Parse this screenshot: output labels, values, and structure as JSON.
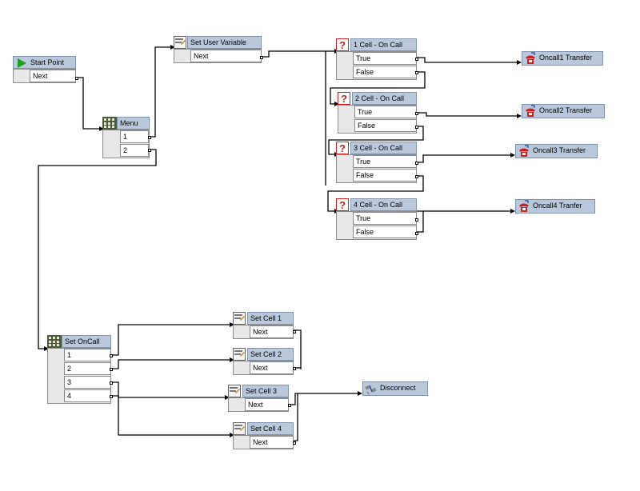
{
  "nodes": {
    "start": {
      "title": "Start Point",
      "rows": [
        "Next"
      ]
    },
    "setuser": {
      "title": "Set User Variable",
      "rows": [
        "Next"
      ]
    },
    "menu": {
      "title": "Menu",
      "rows": [
        "1",
        "2"
      ]
    },
    "cell1": {
      "title": "1 Cell  - On Call",
      "rows": [
        "True",
        "False"
      ]
    },
    "cell2": {
      "title": "2 Cell - On Call",
      "rows": [
        "True",
        "False"
      ]
    },
    "cell3": {
      "title": "3 Cell - On Call",
      "rows": [
        "True",
        "False"
      ]
    },
    "cell4": {
      "title": "4 Cell - On Call",
      "rows": [
        "True",
        "False"
      ]
    },
    "setoncall": {
      "title": "Set OnCall",
      "rows": [
        "1",
        "2",
        "3",
        "4"
      ]
    },
    "setcell1": {
      "title": "Set Cell 1",
      "rows": [
        "Next"
      ]
    },
    "setcell2": {
      "title": "Set Cell 2",
      "rows": [
        "Next"
      ]
    },
    "setcell3": {
      "title": "Set Cell 3",
      "rows": [
        "Next"
      ]
    },
    "setcell4": {
      "title": "Set Cell 4",
      "rows": [
        "Next"
      ]
    }
  },
  "terminals": {
    "oncall1": "Oncall1 Transfer",
    "oncall2": "Oncall2 Transfer",
    "oncall3": "Oncall3 Transfer",
    "oncall4": "Oncall4 Tranfer",
    "disconnect": "Disconnect"
  },
  "icons": {
    "start": "play-triangle-icon",
    "menu": "keypad-icon",
    "setvar": "set-variable-icon",
    "ifcheck": "question-mark-icon",
    "transfer": "telephone-transfer-icon",
    "disconnect": "disconnect-plug-icon"
  },
  "colors": {
    "header": "#b9c8dc",
    "start_arrow": "#1aa31a",
    "question": "#cc2222",
    "phone": "#cc1f1f"
  }
}
